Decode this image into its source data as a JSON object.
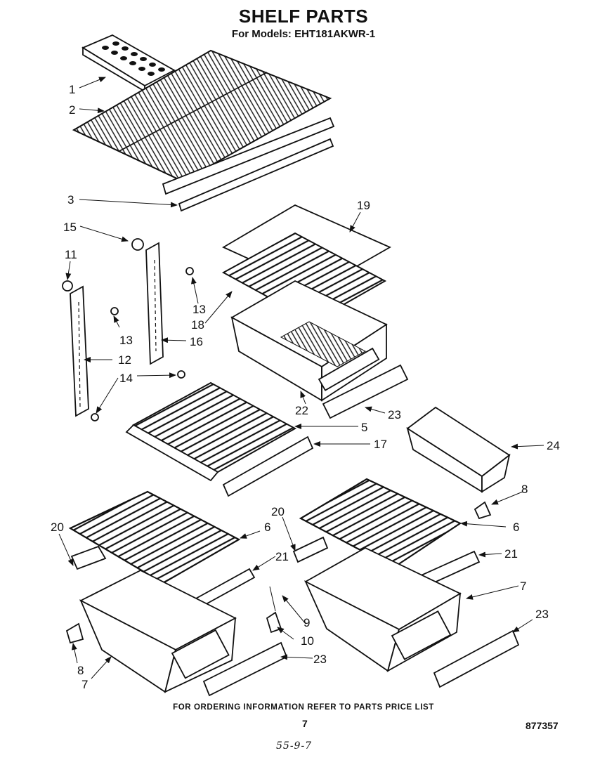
{
  "header": {
    "title": "SHELF PARTS",
    "subtitle": "For Models: EHT181AKWR-1"
  },
  "footer": {
    "ordering_note": "FOR ORDERING INFORMATION REFER TO PARTS PRICE LIST",
    "page_number": "7",
    "document_number": "877357",
    "handwritten_note": "55-9-7"
  },
  "callouts": {
    "c1": "1",
    "c2": "2",
    "c3": "3",
    "c5": "5",
    "c6a": "6",
    "c6b": "6",
    "c7a": "7",
    "c7b": "7",
    "c8a": "8",
    "c8b": "8",
    "c9": "9",
    "c10": "10",
    "c11": "11",
    "c12": "12",
    "c13a": "13",
    "c13b": "13",
    "c14": "14",
    "c15": "15",
    "c16": "16",
    "c17": "17",
    "c18": "18",
    "c19": "19",
    "c20a": "20",
    "c20b": "20",
    "c21a": "21",
    "c21b": "21",
    "c22": "22",
    "c23a": "23",
    "c23b": "23",
    "c23c": "23",
    "c24": "24"
  }
}
